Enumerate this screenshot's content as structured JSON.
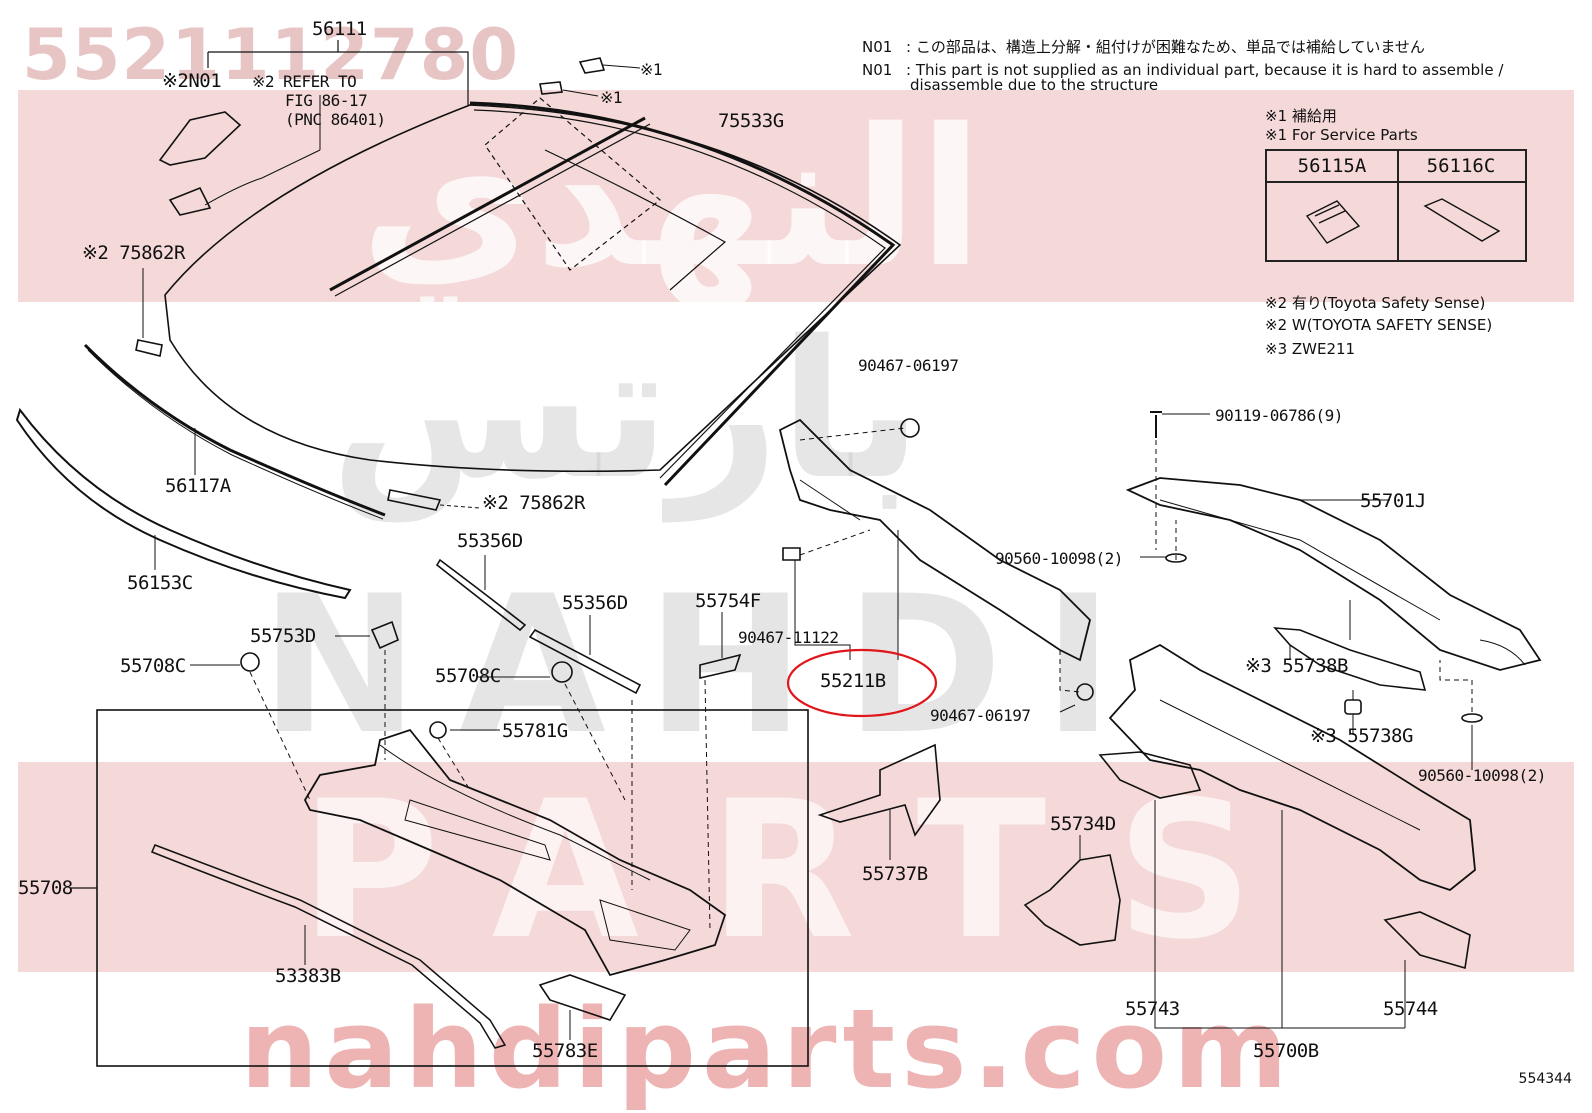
{
  "watermark": {
    "part_code": "5521112780",
    "arabic_top": "النهدي",
    "arabic_mid": "بارتس",
    "brand": "NAHDI",
    "brand2": "PARTS",
    "url": "nahdiparts.com"
  },
  "notes": {
    "n01_label": "N01",
    "n01_jp": ": この部品は、構造上分解・組付けが困難なため、単品では補給していません",
    "n01_en_1": ": This part is not supplied as an individual part, because it is hard to assemble /",
    "n01_en_2": "disassemble due to the structure",
    "service_jp": "※1 補給用",
    "service_en": "※1 For Service Parts",
    "tss_jp": "※2 有り(Toyota Safety Sense)",
    "tss_en": "※2 W(TOYOTA SAFETY SENSE)",
    "zwe": "※3 ZWE211"
  },
  "legend_table": {
    "col1": "56115A",
    "col2": "56116C"
  },
  "refer": {
    "mark": "※2",
    "n01": "N01",
    "line1": "※2 REFER TO",
    "line2": "FIG 86-17",
    "line3": "(PNC 86401)"
  },
  "part_labels": {
    "p56111": "56111",
    "p75533g": "75533G",
    "p75862r_a": "※2 75862R",
    "p75862r_b": "※2 75862R",
    "p56117a": "56117A",
    "p56153c": "56153C",
    "s1_a": "※1",
    "s1_b": "※1",
    "p55356d_a": "55356D",
    "p55356d_b": "55356D",
    "p55753d": "55753D",
    "p55708c_a": "55708C",
    "p55708c_b": "55708C",
    "p55754f": "55754F",
    "p55781g": "55781G",
    "p55708": "55708",
    "p53383b": "53383B",
    "p55783e": "55783E",
    "p90467_06197_a": "90467-06197",
    "p90467_06197_b": "90467-06197",
    "p90467_11122": "90467-11122",
    "p55211b": "55211B",
    "p55737b": "55737B",
    "p55734d": "55734D",
    "p55743": "55743",
    "p55700b": "55700B",
    "p55744": "55744",
    "p90119": "90119-06786(9)",
    "p55701j": "55701J",
    "p90560_a": "90560-10098(2)",
    "p90560_b": "90560-10098(2)",
    "p55738b": "※3 55738B",
    "p55738g": "※3 55738G"
  },
  "highlight_color": "#e0161b",
  "doc_number": "554344"
}
